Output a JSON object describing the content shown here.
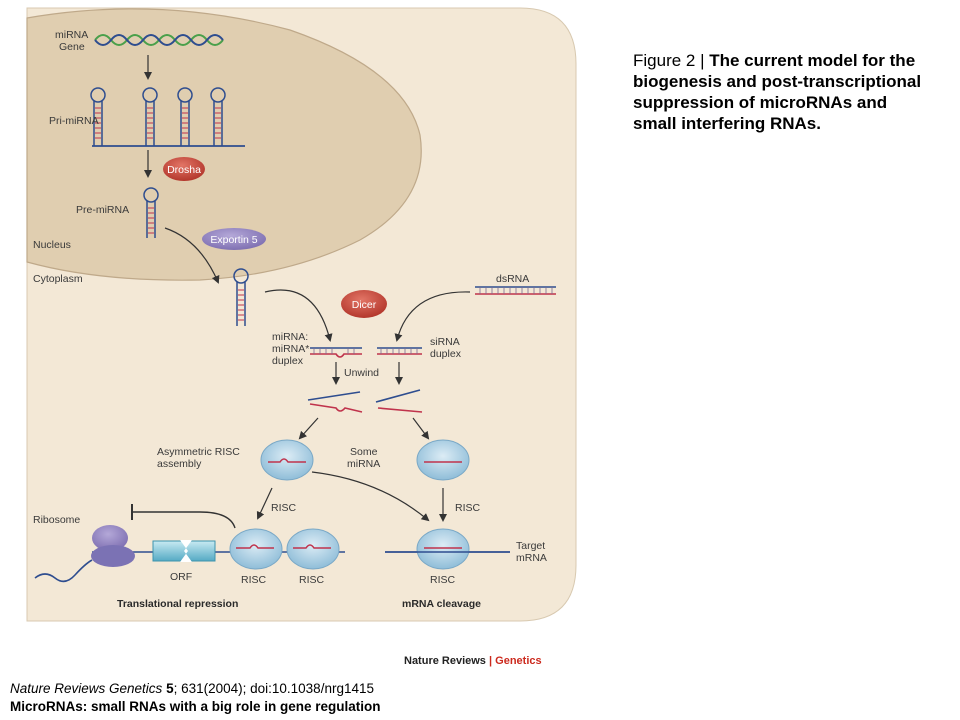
{
  "figure": {
    "caption_prefix": "Figure 2 | ",
    "caption_bold": "The current model for the biogenesis and post-transcriptional suppression of microRNAs and small interfering RNAs."
  },
  "diagram": {
    "labels": {
      "mirna_gene_1": "miRNA",
      "mirna_gene_2": "Gene",
      "pri_mirna": "Pri-miRNA",
      "drosha": "Drosha",
      "pre_mirna": "Pre-miRNA",
      "nucleus": "Nucleus",
      "exportin": "Exportin 5",
      "cytoplasm": "Cytoplasm",
      "dsrna": "dsRNA",
      "dicer": "Dicer",
      "mirna_duplex_1": "miRNA:",
      "mirna_duplex_2": "miRNA*",
      "mirna_duplex_3": "duplex",
      "sirna_duplex_1": "siRNA",
      "sirna_duplex_2": "duplex",
      "unwind": "Unwind",
      "asym_risc_1": "Asymmetric RISC",
      "asym_risc_2": "assembly",
      "some_mirna_1": "Some",
      "some_mirna_2": "miRNA",
      "risc_left_arrow": "RISC",
      "risc_right_arrow": "RISC",
      "ribosome": "Ribosome",
      "orf": "ORF",
      "risc_bottom_1": "RISC",
      "risc_bottom_2": "RISC",
      "risc_bottom_3": "RISC",
      "target_mrna_1": "Target",
      "target_mrna_2": "mRNA",
      "translational_repression": "Translational repression",
      "mrna_cleavage": "mRNA cleavage"
    },
    "brand": {
      "journal": "Nature Reviews",
      "separator": " | ",
      "section": "Genetics"
    },
    "colors": {
      "cytoplasm_bg": "#f3e8d6",
      "nucleus_bg": "#e0ceb0",
      "enzyme_red": "#c8453a",
      "exportin_purple": "#8e7dbb",
      "risc_blue": "#b4d4e6",
      "strand_blue": "#2e4d8f",
      "strand_red": "#c0334c",
      "ribosome_purple": "#7b72b4",
      "orf_teal": "#69bcd0"
    }
  },
  "citation": {
    "journal_italic": "Nature Reviews Genetics ",
    "volume": "5",
    "rest": "; 631(2004); doi:10.1038/nrg1415"
  },
  "subtitle": "MicroRNAs: small RNAs with a big role in gene regulation"
}
